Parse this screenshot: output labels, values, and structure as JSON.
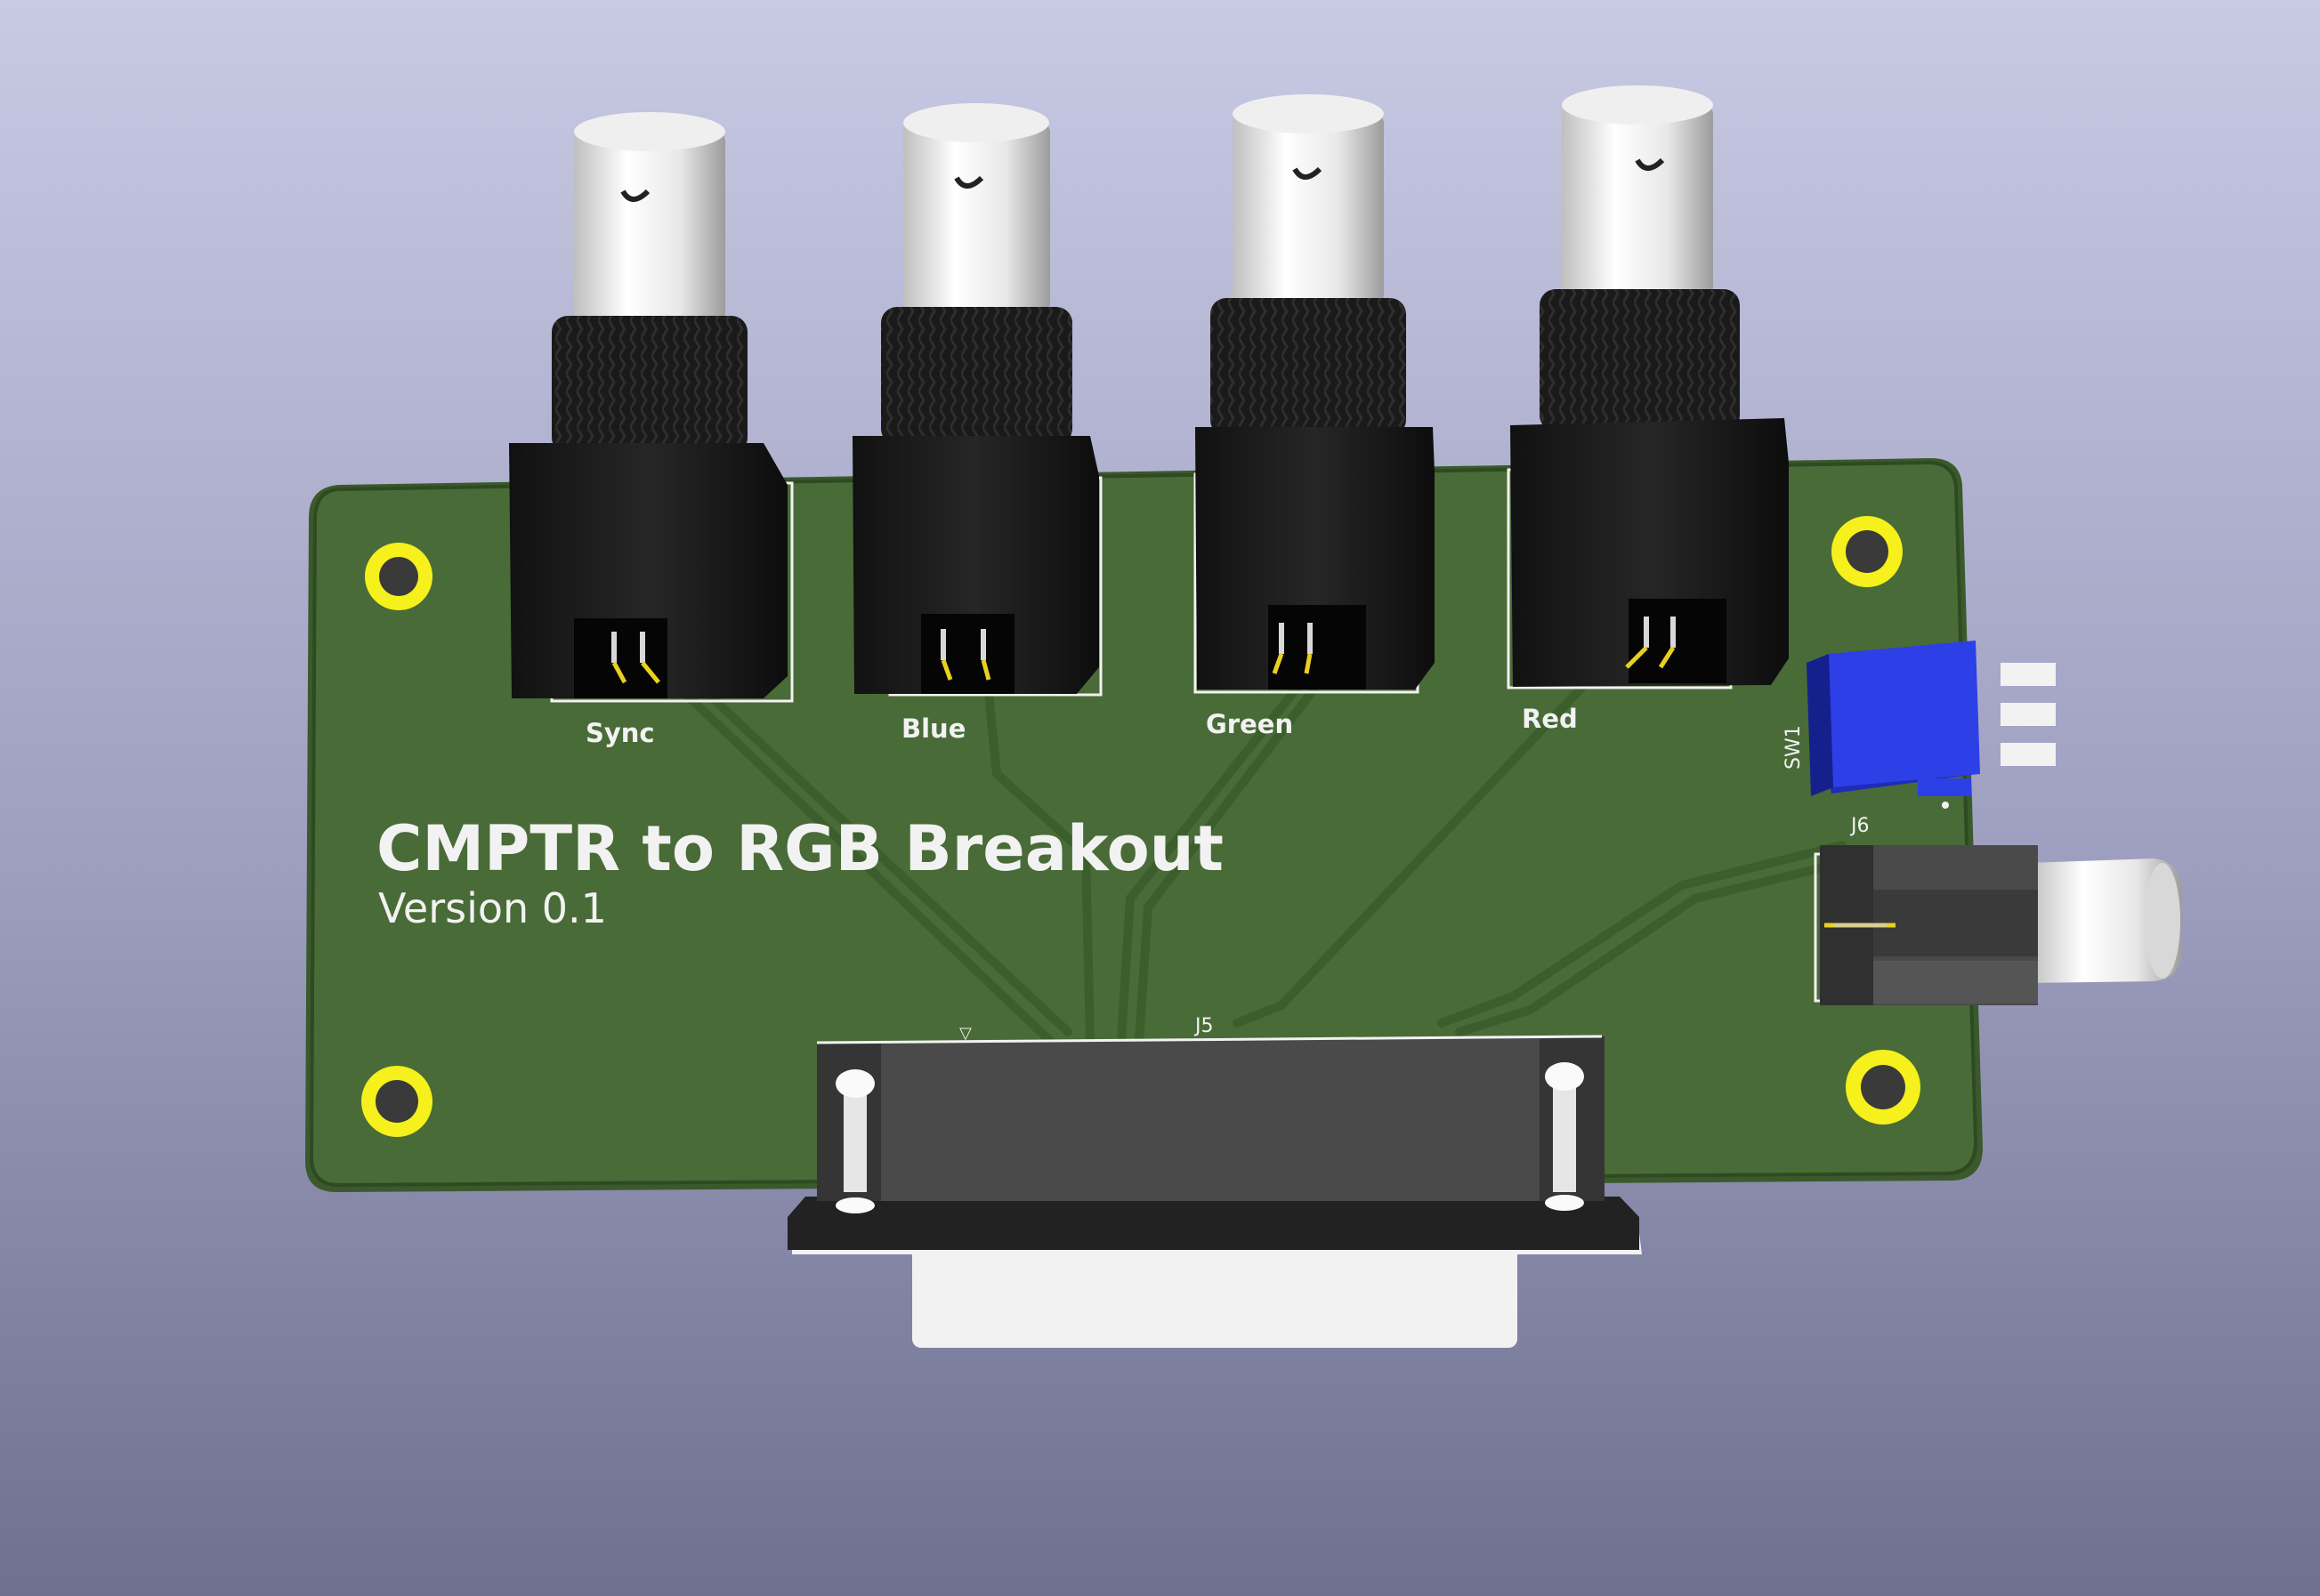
{
  "board": {
    "title": "CMPTR to RGB Breakout",
    "version": "Version 0.1",
    "pcb_color": "#496b37",
    "silk_color": "#f2f2f2",
    "pad_color": "#f6f01c",
    "copper_trace_color": "#3c5e2d"
  },
  "connectors": {
    "bnc_labels": [
      "Sync",
      "Blue",
      "Green",
      "Red"
    ],
    "dsub_ref": "J5",
    "power_jack_ref": "J6",
    "switch_ref": "SW1",
    "switch_color": "#2d3fe6"
  }
}
